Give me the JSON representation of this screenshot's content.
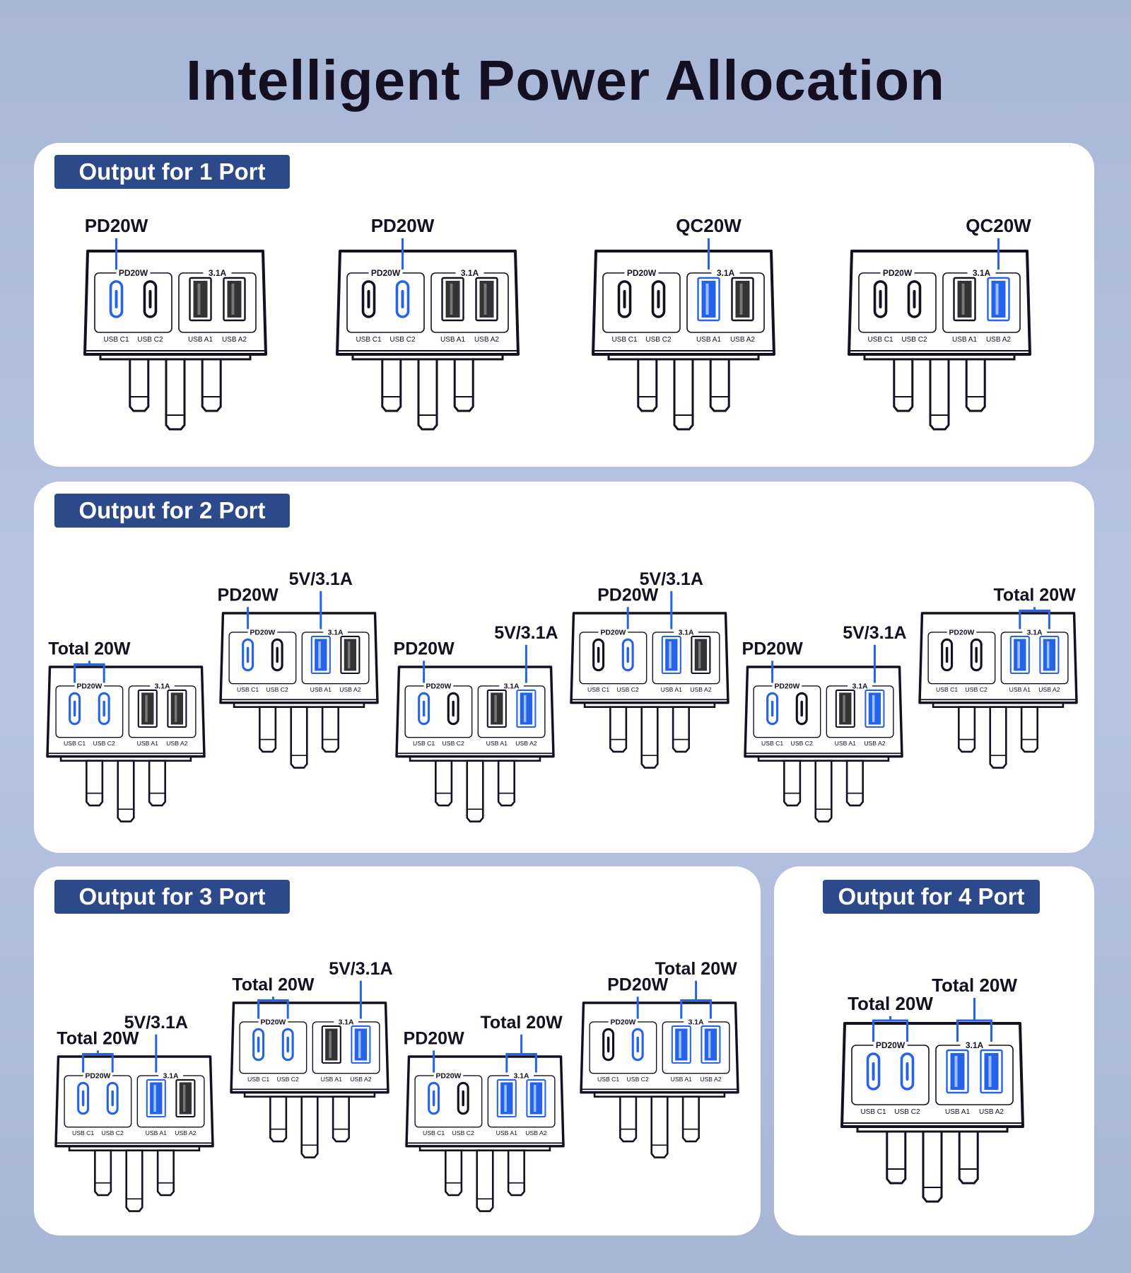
{
  "title": "Intelligent Power Allocation",
  "colors": {
    "accent": "#2563eb",
    "label_bg": "#2c4a8a",
    "ink": "#141021"
  },
  "device": {
    "group_c": "PD20W",
    "group_a": "3.1A",
    "ports": [
      "USB C1",
      "USB C2",
      "USB A1",
      "USB A2"
    ]
  },
  "sections": [
    {
      "label": "Output for 1 Port",
      "configs": [
        {
          "active": [
            0
          ],
          "annotations": [
            {
              "text": "PD20W",
              "ports": [
                0
              ]
            }
          ]
        },
        {
          "active": [
            1
          ],
          "annotations": [
            {
              "text": "PD20W",
              "ports": [
                1
              ]
            }
          ]
        },
        {
          "active": [
            2
          ],
          "annotations": [
            {
              "text": "QC20W",
              "ports": [
                2
              ]
            }
          ]
        },
        {
          "active": [
            3
          ],
          "annotations": [
            {
              "text": "QC20W",
              "ports": [
                3
              ]
            }
          ]
        }
      ]
    },
    {
      "label": "Output for 2 Port",
      "configs": [
        {
          "active": [
            0,
            1
          ],
          "annotations": [
            {
              "text": "Total 20W",
              "ports": [
                0,
                1
              ]
            }
          ]
        },
        {
          "active": [
            0,
            2
          ],
          "annotations": [
            {
              "text": "PD20W",
              "ports": [
                0
              ]
            },
            {
              "text": "5V/3.1A",
              "ports": [
                2
              ]
            }
          ]
        },
        {
          "active": [
            0,
            3
          ],
          "annotations": [
            {
              "text": "PD20W",
              "ports": [
                0
              ]
            },
            {
              "text": "5V/3.1A",
              "ports": [
                3
              ]
            }
          ]
        },
        {
          "active": [
            1,
            2
          ],
          "annotations": [
            {
              "text": "PD20W",
              "ports": [
                1
              ]
            },
            {
              "text": "5V/3.1A",
              "ports": [
                2
              ]
            }
          ]
        },
        {
          "active": [
            0,
            3
          ],
          "annotations": [
            {
              "text": "PD20W",
              "ports": [
                0
              ]
            },
            {
              "text": "5V/3.1A",
              "ports": [
                3
              ]
            }
          ]
        },
        {
          "active": [
            2,
            3
          ],
          "annotations": [
            {
              "text": "Total 20W",
              "ports": [
                2,
                3
              ]
            }
          ]
        }
      ]
    },
    {
      "label": "Output for 3 Port",
      "configs": [
        {
          "active": [
            0,
            1,
            2
          ],
          "annotations": [
            {
              "text": "Total 20W",
              "ports": [
                0,
                1
              ]
            },
            {
              "text": "5V/3.1A",
              "ports": [
                2
              ]
            }
          ]
        },
        {
          "active": [
            0,
            1,
            3
          ],
          "annotations": [
            {
              "text": "Total 20W",
              "ports": [
                0,
                1
              ]
            },
            {
              "text": "5V/3.1A",
              "ports": [
                3
              ]
            }
          ]
        },
        {
          "active": [
            0,
            2,
            3
          ],
          "annotations": [
            {
              "text": "PD20W",
              "ports": [
                0
              ]
            },
            {
              "text": "Total 20W",
              "ports": [
                2,
                3
              ]
            }
          ]
        },
        {
          "active": [
            1,
            2,
            3
          ],
          "annotations": [
            {
              "text": "PD20W",
              "ports": [
                1
              ]
            },
            {
              "text": "Total 20W",
              "ports": [
                2,
                3
              ]
            }
          ]
        }
      ]
    },
    {
      "label": "Output for 4 Port",
      "configs": [
        {
          "active": [
            0,
            1,
            2,
            3
          ],
          "annotations": [
            {
              "text": "Total 20W",
              "ports": [
                0,
                1
              ]
            },
            {
              "text": "Total 20W",
              "ports": [
                2,
                3
              ]
            }
          ]
        }
      ]
    }
  ]
}
